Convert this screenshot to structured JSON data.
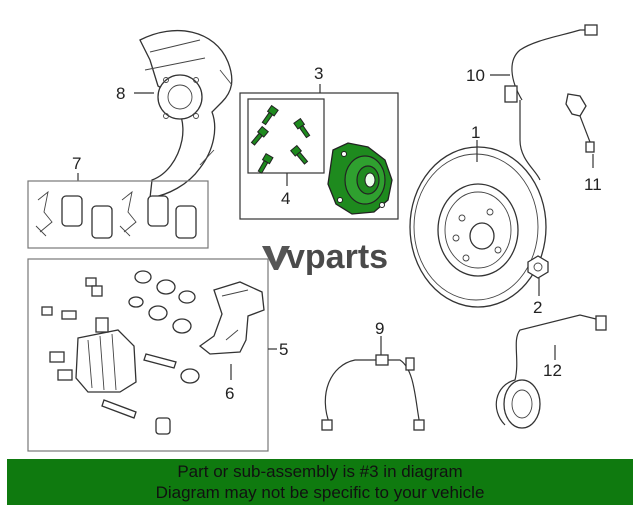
{
  "diagram": {
    "callouts": [
      "1",
      "2",
      "3",
      "4",
      "5",
      "6",
      "7",
      "8",
      "9",
      "10",
      "11",
      "12"
    ],
    "logo_text": "vparts",
    "highlight_color": "#1e8a1e"
  },
  "banner": {
    "line1": "Part or sub-assembly is #3 in diagram",
    "line2": "Diagram may not be specific to your vehicle",
    "background": "#0f7a0f"
  }
}
